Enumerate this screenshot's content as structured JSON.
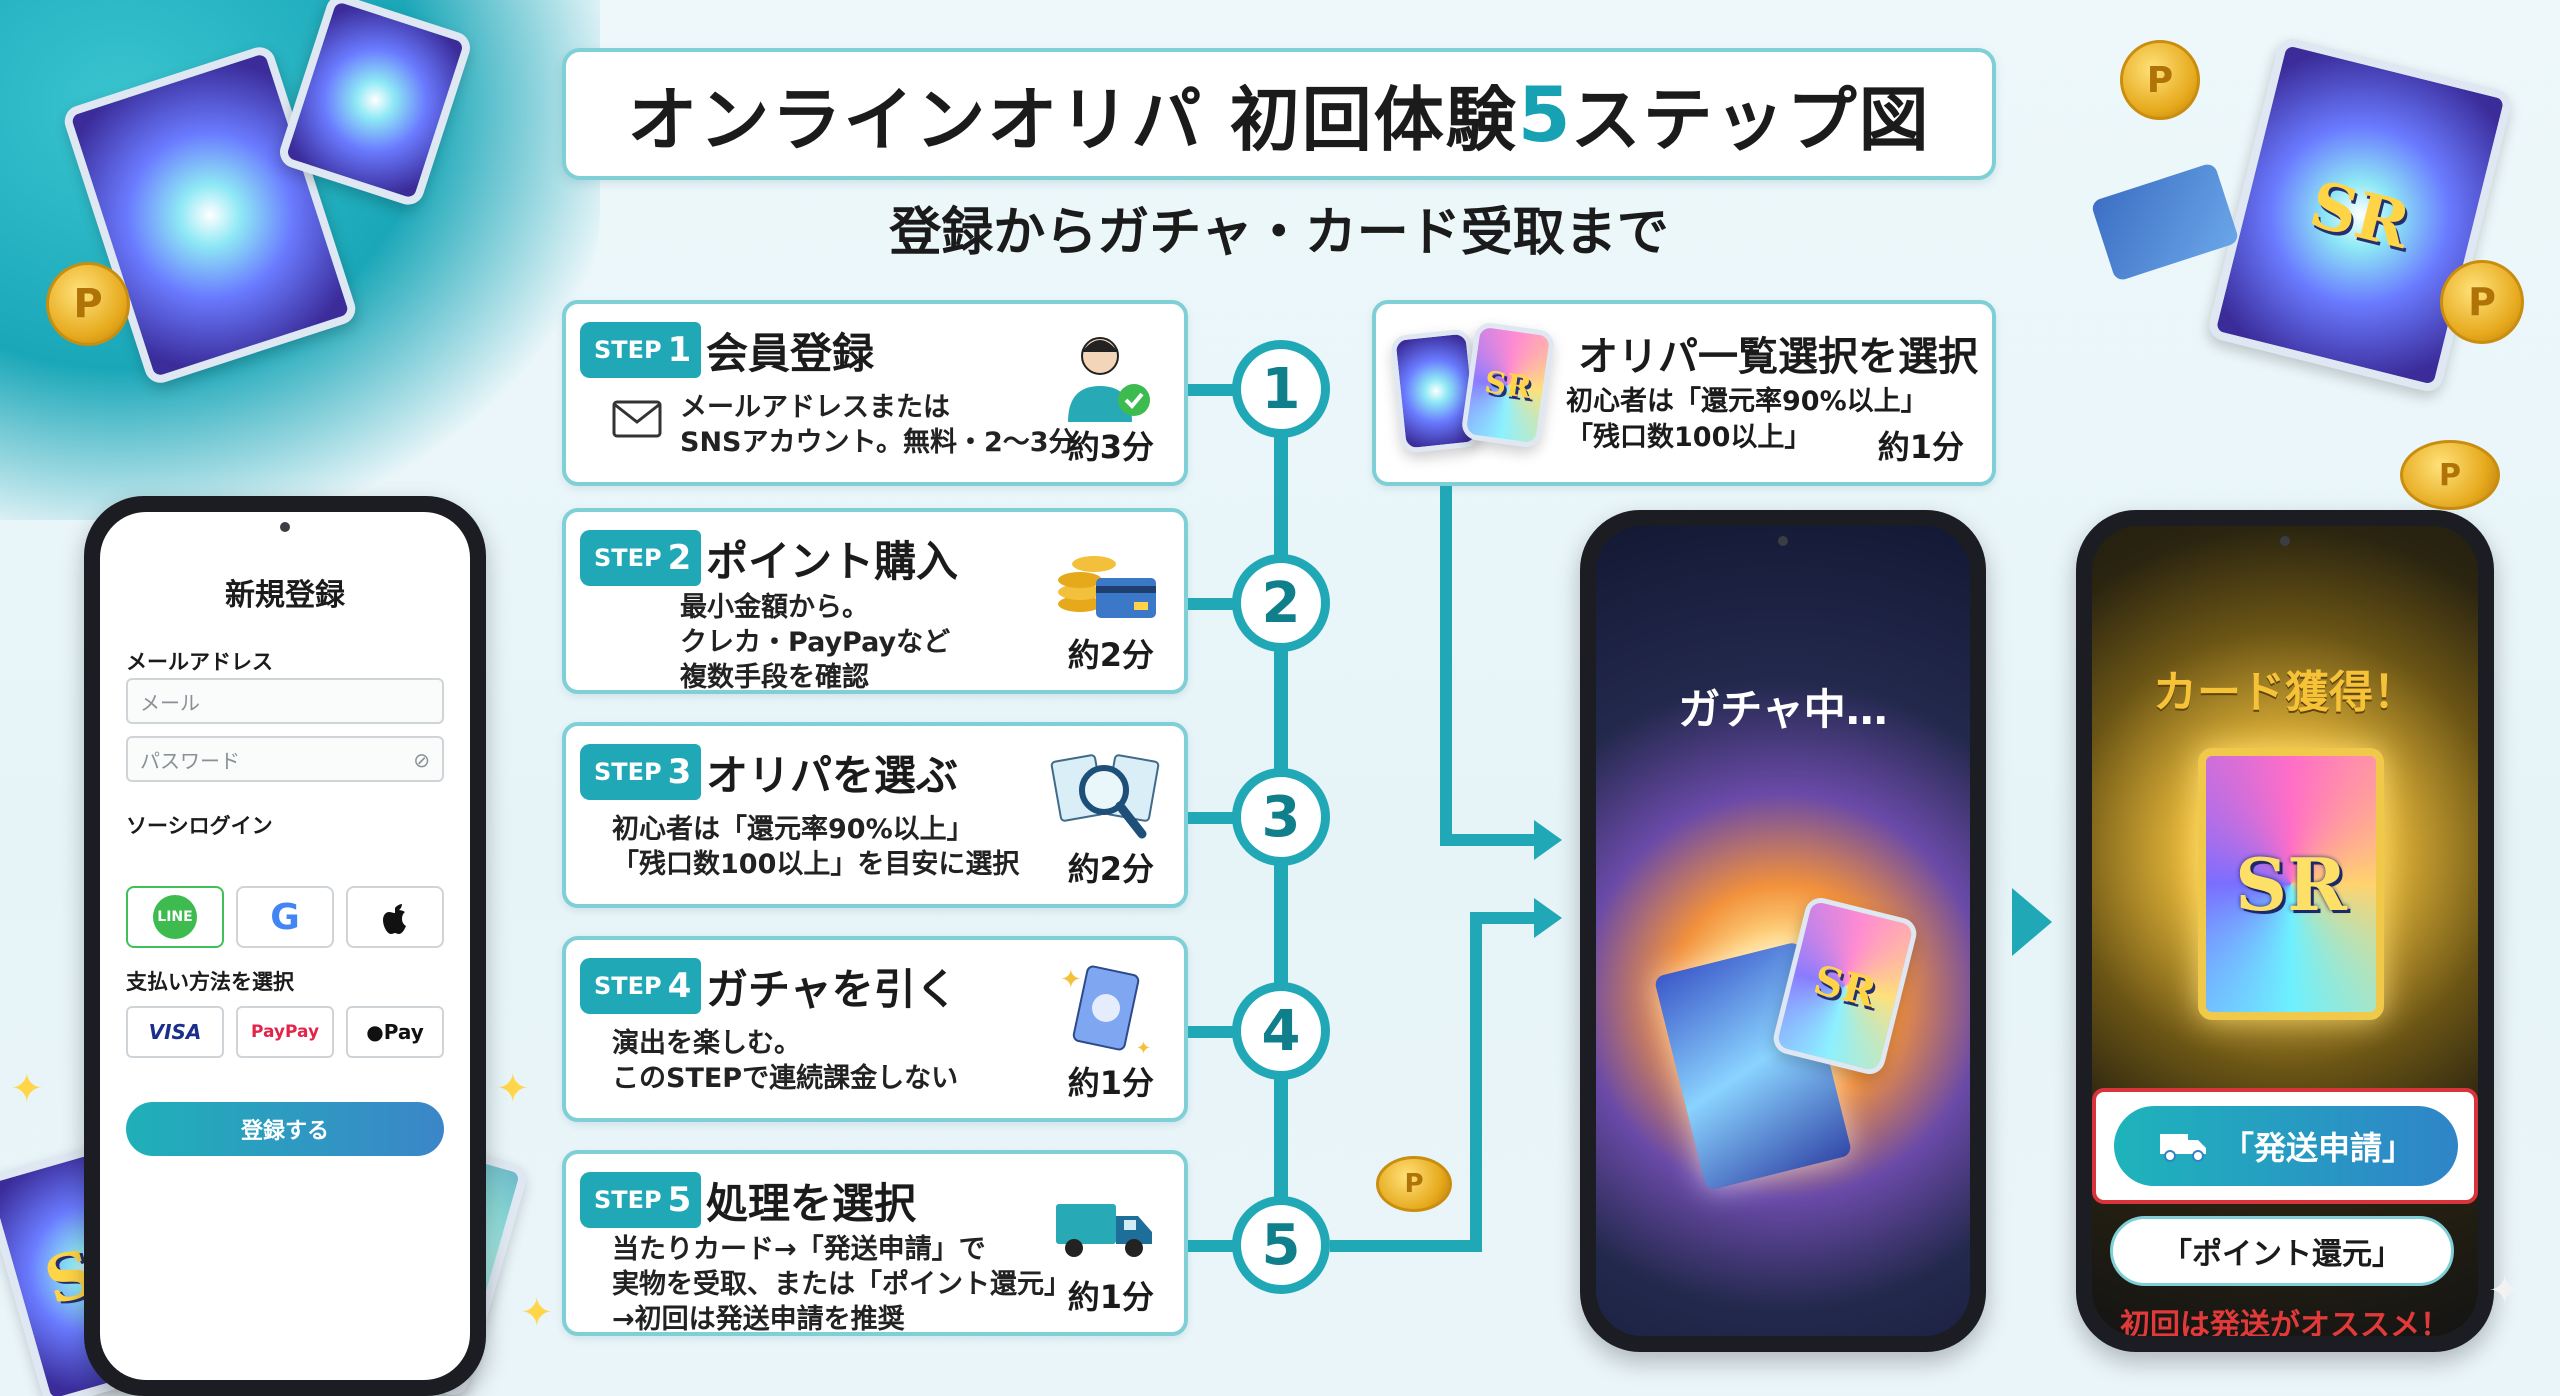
{
  "header": {
    "title_pre": "オンラインオリパ 初回体験",
    "title_num": "5",
    "title_post": "ステップ図",
    "subtitle": "登録からガチャ・カード受取まで"
  },
  "steps": [
    {
      "badge": "STEP",
      "num": "1",
      "title": "会員登録",
      "desc1": "メールアドレスまたは",
      "desc2": "SNSアカウント。無料・2〜3分",
      "desc3": "",
      "time": "約3分",
      "icon": "user-check-icon"
    },
    {
      "badge": "STEP",
      "num": "2",
      "title": "ポイント購入",
      "desc1": "最小金額から。",
      "desc2": "クレカ・PayPayなど",
      "desc3": "複数手段を確認",
      "time": "約2分",
      "icon": "coins-card-icon"
    },
    {
      "badge": "STEP",
      "num": "3",
      "title": "オリパを選ぶ",
      "desc1": "初心者は「還元率90%以上」",
      "desc2": "「残口数100以上」を目安に選択",
      "desc3": "",
      "time": "約2分",
      "icon": "magnifier-cards-icon"
    },
    {
      "badge": "STEP",
      "num": "4",
      "title": "ガチャを引く",
      "desc1": "演出を楽しむ。",
      "desc2": "このSTEPで連続課金しない",
      "desc3": "",
      "time": "約1分",
      "icon": "card-sparkle-icon"
    },
    {
      "badge": "STEP",
      "num": "5",
      "title": "処理を選択",
      "desc1": "当たりカード→「発送申請」で",
      "desc2": "実物を受取、または「ポイント還元」",
      "desc3": "→初回は発送申請を推奨",
      "time": "約1分",
      "icon": "truck-icon"
    }
  ],
  "timeline": [
    "1",
    "2",
    "3",
    "4",
    "5"
  ],
  "list_box": {
    "title": "オリパ一覧選択を選択",
    "desc1": "初心者は「還元率90%以上」",
    "desc2": "「残口数100以上」",
    "time": "約1分"
  },
  "form_phone": {
    "title": "新規登録",
    "email_label": "メールアドレス",
    "email_placeholder": "メール",
    "password_placeholder": "パスワード",
    "social_label": "ソーシログイン",
    "social": [
      "LINE",
      "G",
      ""
    ],
    "payment_label": "支払い方法を選択",
    "payments": [
      "VISA",
      "PayPay",
      "Pay"
    ],
    "register": "登録する"
  },
  "gacha_phone": {
    "text": "ガチャ中…",
    "card_label": "SR"
  },
  "card_phone": {
    "title": "カード獲得！",
    "card_label": "SR",
    "ship": "「発送申請」",
    "point": "「ポイント還元」",
    "recommend": "初回は発送がオススメ！"
  },
  "decor": {
    "sr_label": "SR",
    "coin_label": "P"
  },
  "colors": {
    "accent": "#21a8b6",
    "border": "#7fcfd6",
    "alert": "#e23a3a"
  }
}
